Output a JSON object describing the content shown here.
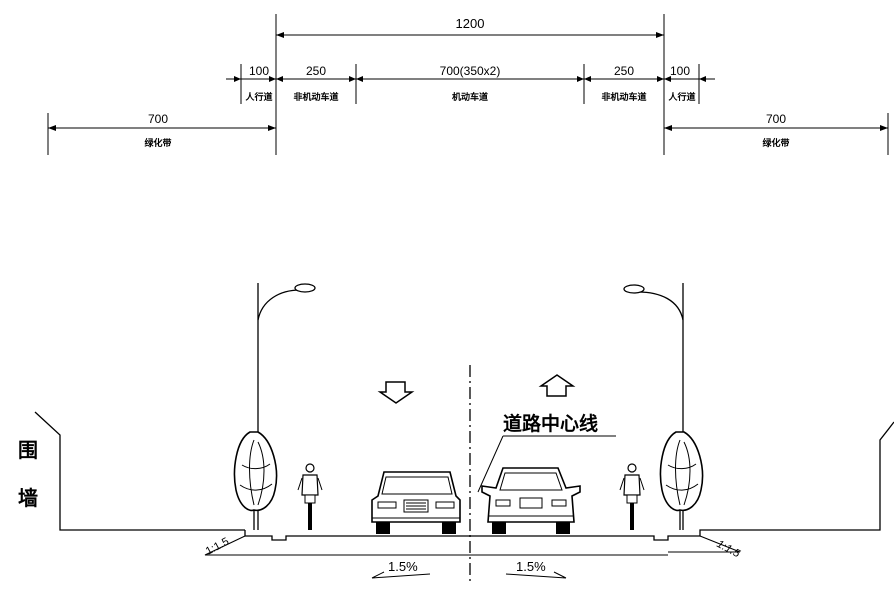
{
  "dimensions": {
    "total": "1200",
    "left_sidewalk": "100",
    "right_sidewalk": "100",
    "left_bike_lane": "250",
    "right_bike_lane": "250",
    "motor_lanes": "700(350x2)",
    "left_green_belt": "700",
    "right_green_belt": "700"
  },
  "labels": {
    "left_sidewalk": "人行道",
    "right_sidewalk": "人行道",
    "left_bike_lane": "非机动车道",
    "right_bike_lane": "非机动车道",
    "motor_lanes": "机动车道",
    "left_green_belt": "绿化带",
    "right_green_belt": "绿化带",
    "centerline": "道路中心线",
    "wall_char_1": "围",
    "wall_char_2": "墙"
  },
  "slopes": {
    "left_side": "1:1.5",
    "right_side": "1:1.5",
    "left_crossfall": "1.5%",
    "right_crossfall": "1.5%"
  },
  "icons": {
    "arrow_down": "arrow-down-icon",
    "arrow_up": "arrow-up-icon"
  }
}
